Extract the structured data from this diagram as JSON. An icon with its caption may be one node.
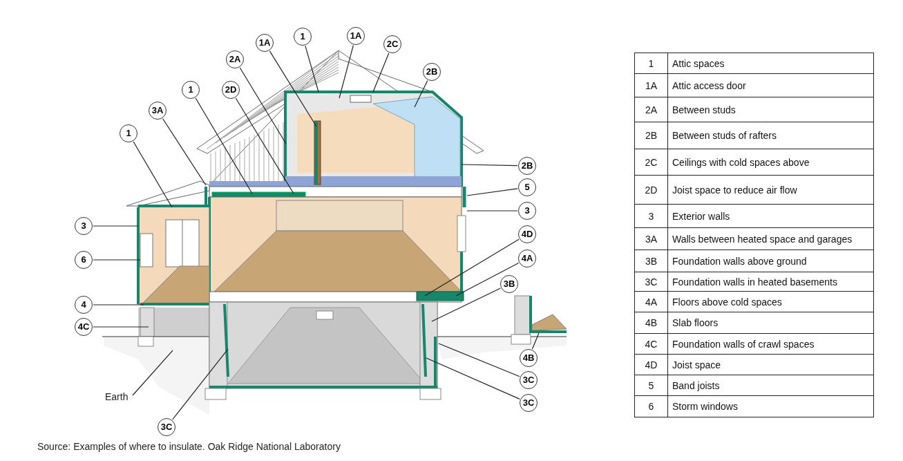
{
  "diagram": {
    "caption": "Source: Examples of where to insulate. Oak Ridge National Laboratory",
    "nodes": [
      {
        "text": [
          "1"
        ]
      },
      {
        "text": [
          "1A"
        ]
      },
      {
        "text": [
          "1A"
        ]
      },
      {
        "text": [
          "2C"
        ]
      },
      {
        "text": [
          "2A"
        ]
      },
      {
        "text": [
          "2B"
        ]
      },
      {
        "text": [
          "1"
        ]
      },
      {
        "text": [
          "2D"
        ]
      },
      {
        "text": [
          "3A"
        ]
      },
      {
        "text": [
          "1"
        ]
      },
      {
        "text": [
          "2B"
        ]
      },
      {
        "text": [
          "5"
        ]
      },
      {
        "text": [
          "3"
        ]
      },
      {
        "text": [
          "3"
        ]
      },
      {
        "text": [
          "4D"
        ]
      },
      {
        "text": [
          "4A"
        ]
      },
      {
        "text": [
          "6"
        ]
      },
      {
        "text": [
          "3B"
        ]
      },
      {
        "text": [
          "4"
        ]
      },
      {
        "text": [
          "4C"
        ]
      },
      {
        "text": [
          "4B"
        ]
      },
      {
        "text": [
          "3C"
        ]
      },
      {
        "text": [
          "Earth"
        ]
      },
      {
        "text": [
          "3C"
        ]
      },
      {
        "text": [
          "3C"
        ]
      }
    ],
    "edges": [
      {
        "from": 0,
        "to": null,
        "arrow": "none"
      },
      {
        "from": 1,
        "to": null,
        "arrow": "none"
      },
      {
        "from": 2,
        "to": null,
        "arrow": "none"
      },
      {
        "from": 3,
        "to": null,
        "arrow": "none"
      },
      {
        "from": 4,
        "to": null,
        "arrow": "none"
      },
      {
        "from": 5,
        "to": null,
        "arrow": "none"
      },
      {
        "from": 6,
        "to": null,
        "arrow": "none"
      },
      {
        "from": 7,
        "to": null,
        "arrow": "none"
      },
      {
        "from": 8,
        "to": null,
        "arrow": "none"
      },
      {
        "from": 9,
        "to": null,
        "arrow": "none"
      },
      {
        "from": 10,
        "to": null,
        "arrow": "none"
      },
      {
        "from": 11,
        "to": null,
        "arrow": "none"
      },
      {
        "from": 12,
        "to": null,
        "arrow": "none"
      },
      {
        "from": 13,
        "to": null,
        "arrow": "none"
      },
      {
        "from": 14,
        "to": null,
        "arrow": "none"
      },
      {
        "from": 15,
        "to": null,
        "arrow": "none"
      },
      {
        "from": 16,
        "to": null,
        "arrow": "none"
      },
      {
        "from": 17,
        "to": null,
        "arrow": "none"
      },
      {
        "from": 18,
        "to": null,
        "arrow": "none"
      },
      {
        "from": 19,
        "to": null,
        "arrow": "none"
      },
      {
        "from": 20,
        "to": null,
        "arrow": "none"
      },
      {
        "from": 21,
        "to": null,
        "arrow": "none"
      },
      {
        "from": 22,
        "to": null,
        "arrow": "none"
      },
      {
        "from": 23,
        "to": null,
        "arrow": "none"
      },
      {
        "from": 24,
        "to": null,
        "arrow": "none"
      }
    ],
    "labels": [
      "1",
      "Attic spaces",
      "1A",
      "Attic access door",
      "2A",
      "Between studs",
      "2B",
      "Between studs of rafters",
      "2C",
      "Ceilings with cold spaces above",
      "2D",
      "Joist space to reduce air flow",
      "3",
      "Exterior walls",
      "3A",
      "Walls between heated space and garages",
      "3B",
      "Foundation walls above ground",
      "3C",
      "Foundation walls in heated basements",
      "4A",
      "Floors above cold spaces",
      "4B",
      "Slab floors",
      "4C",
      "Foundation walls of crawl spaces",
      "4D",
      "Joist space",
      "5",
      "Band joists",
      "6",
      "Storm windows"
    ]
  }
}
